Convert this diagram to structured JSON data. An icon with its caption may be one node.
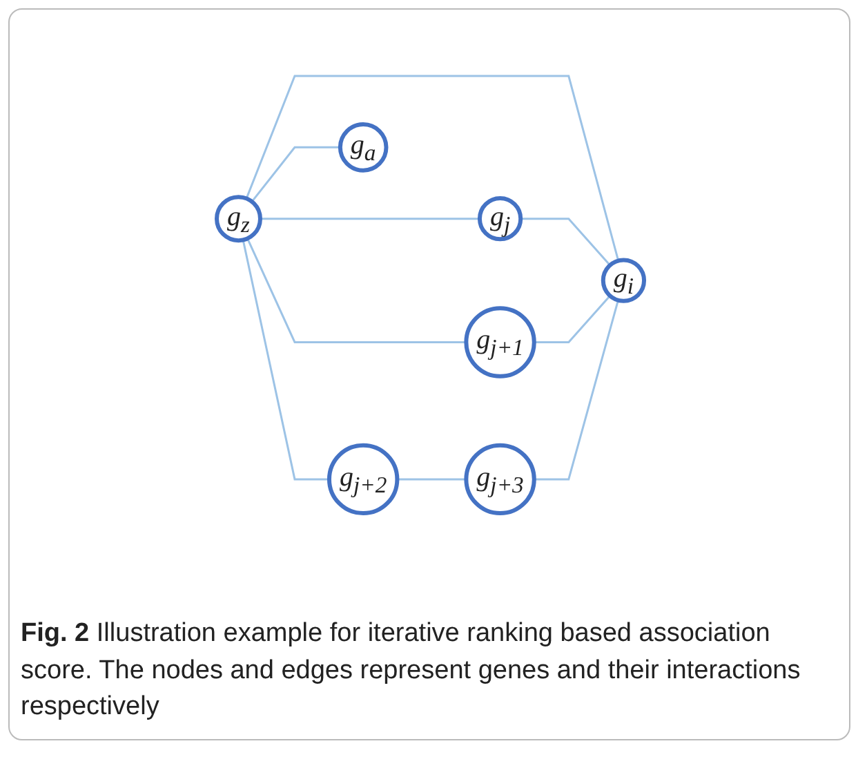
{
  "diagram": {
    "caption": "**Fig. 2** Illustration example for iterative ranking based association score. The nodes and edges represent genes and their interactions respectively",
    "nodes": [
      {
        "text": [
          "g$_{j}$"
        ]
      },
      {
        "text": [
          "g$_{j+1}$"
        ]
      },
      {
        "text": [
          "g$_{z}$"
        ]
      },
      {
        "text": [
          "g$_{i}$"
        ]
      },
      {
        "text": [
          "g$_{j+2}$"
        ]
      },
      {
        "text": [
          "g$_{a}$"
        ]
      },
      {
        "text": [
          "g$_{j+3}$"
        ]
      }
    ],
    "edges": [
      {
        "from": 2,
        "to": 0,
        "arrow": "none"
      },
      {
        "from": 2,
        "to": 1,
        "arrow": "none"
      },
      {
        "from": 2,
        "to": 3,
        "arrow": "none"
      },
      {
        "from": 2,
        "to": 4,
        "arrow": "none"
      },
      {
        "from": 2,
        "to": 5,
        "arrow": "none"
      },
      {
        "from": 0,
        "to": 3,
        "arrow": "none"
      },
      {
        "from": 1,
        "to": 3,
        "arrow": "none"
      },
      {
        "from": 4,
        "to": 6,
        "arrow": "none"
      },
      {
        "from": 6,
        "to": 3,
        "arrow": "none"
      }
    ]
  }
}
